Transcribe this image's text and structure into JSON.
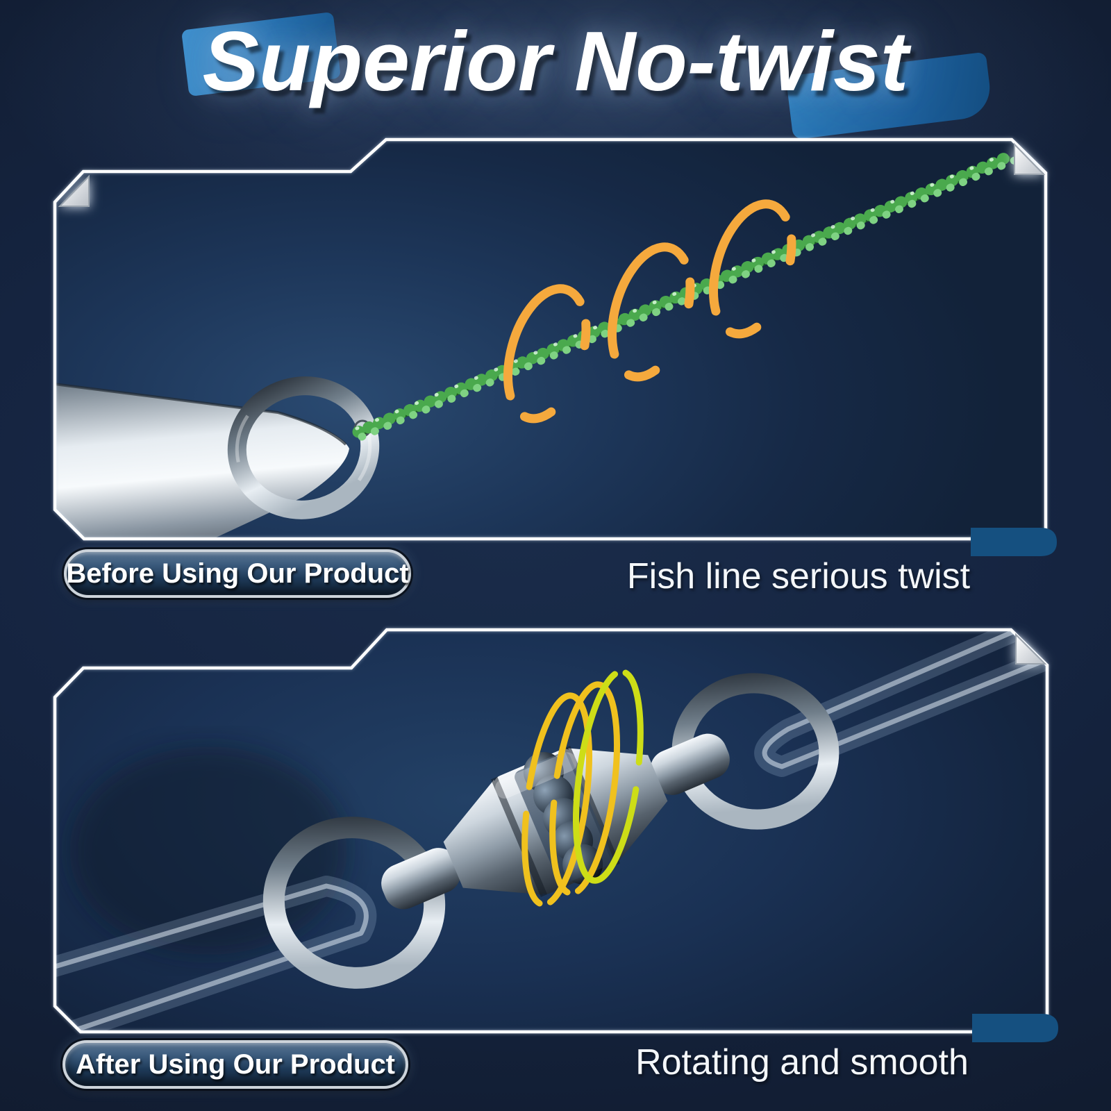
{
  "title": "Superior No-twist",
  "panels": {
    "before": {
      "badge": "Before Using Our Product",
      "caption": "Fish line serious twist"
    },
    "after": {
      "badge": "After Using Our Product",
      "caption": "Rotating and smooth"
    }
  },
  "colors": {
    "background_navy": "#14213a",
    "frame_white": "#ffffff",
    "accent_tab_blue": "#155080",
    "title_decor_blue": "#2372b0",
    "arrow_orange": "#f5a93d",
    "arrow_yellow": "#f0c11e",
    "arrow_lime": "#cddd17",
    "fishline_green": "#4aa94d"
  }
}
